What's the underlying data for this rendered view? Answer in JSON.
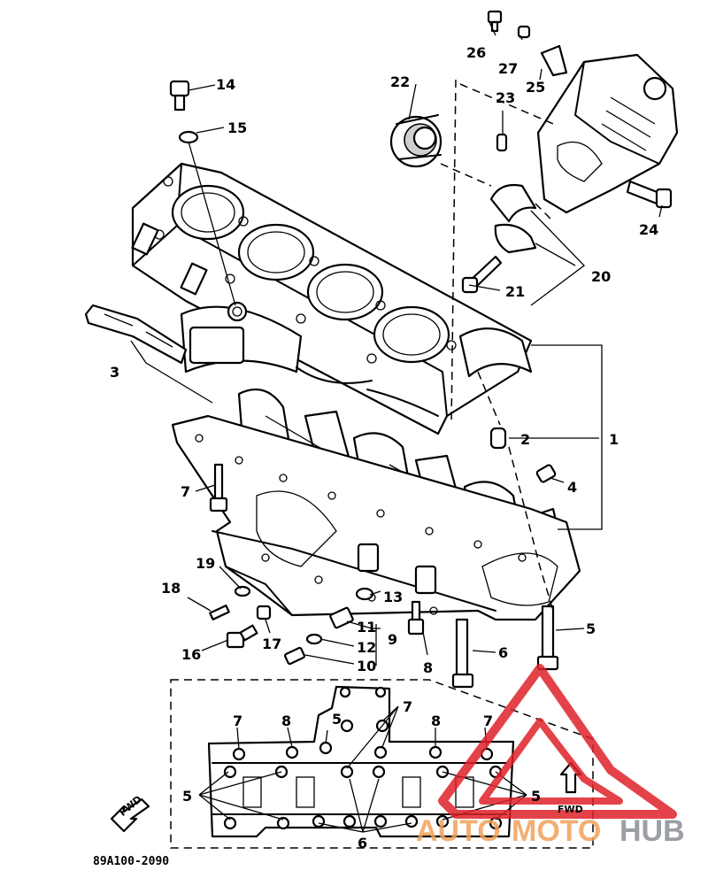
{
  "callouts": {
    "p1": "1",
    "p2": "2",
    "p3": "3",
    "p4": "4",
    "p5": "5",
    "p6": "6",
    "p7": "7",
    "p8": "8",
    "p9": "9",
    "p10": "10",
    "p11": "11",
    "p12": "12",
    "p13": "13",
    "p14": "14",
    "p15": "15",
    "p16": "16",
    "p17": "17",
    "p18": "18",
    "p19": "19",
    "p20": "20",
    "p21": "21",
    "p22": "22",
    "p23": "23",
    "p24": "24",
    "p25": "25",
    "p26": "26",
    "p27": "27"
  },
  "detail": {
    "b7a": "7",
    "b8a": "8",
    "b5a": "5",
    "b7b": "7",
    "b8b": "8",
    "b7c": "7",
    "b5left": "5",
    "b5right": "5",
    "b6": "6",
    "fwd_left": "FWD",
    "fwd_right": "FWD"
  },
  "diagram_code": "89A100-2090",
  "watermark": {
    "part1": "AUTO",
    "part2": "MOTO",
    "part3": "HUB",
    "color_orange": "#f2a15a",
    "color_gray": "#8a8f96",
    "color_red": "#e0222a"
  }
}
